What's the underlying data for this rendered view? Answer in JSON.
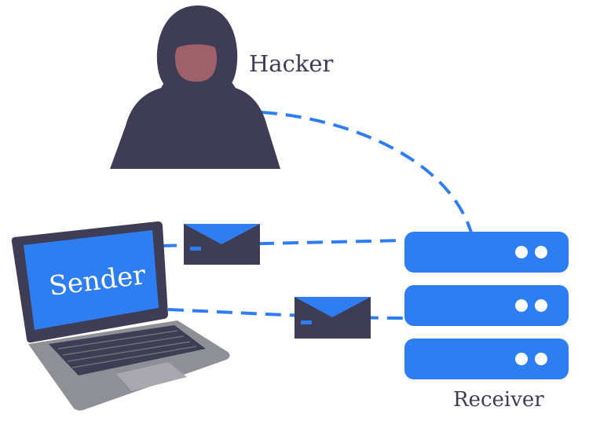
{
  "diagram": {
    "hacker": {
      "label": "Hacker",
      "icon": "hooded-hacker-icon"
    },
    "sender": {
      "label": "Sender",
      "icon": "laptop-icon"
    },
    "receiver": {
      "label": "Receiver",
      "icon": "server-stack-icon"
    },
    "messages": [
      {
        "icon": "envelope-icon"
      },
      {
        "icon": "envelope-icon"
      }
    ],
    "colors": {
      "accent_blue": "#2f7ef1",
      "dark_navy": "#3f3d56",
      "face": "#9e616a",
      "laptop_gray": "#9a9aa0",
      "keyboard_dark": "#3f3d56",
      "white": "#ffffff"
    }
  }
}
